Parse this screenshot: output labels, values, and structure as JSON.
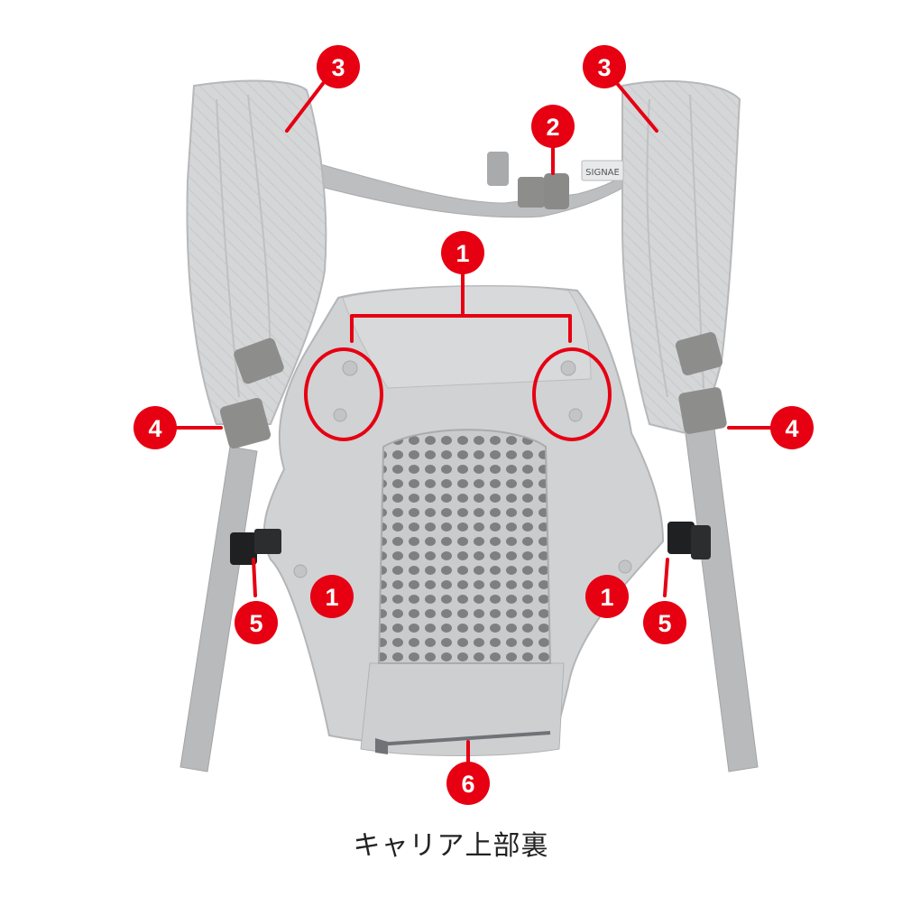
{
  "caption": "キャリア上部裏",
  "callouts": [
    {
      "id": "c1-top",
      "number": "1"
    },
    {
      "id": "c1-left",
      "number": "1"
    },
    {
      "id": "c1-right",
      "number": "1"
    },
    {
      "id": "c2",
      "number": "2"
    },
    {
      "id": "c3-left",
      "number": "3"
    },
    {
      "id": "c3-right",
      "number": "3"
    },
    {
      "id": "c4-left",
      "number": "4"
    },
    {
      "id": "c4-right",
      "number": "4"
    },
    {
      "id": "c5-left",
      "number": "5"
    },
    {
      "id": "c5-right",
      "number": "5"
    },
    {
      "id": "c6",
      "number": "6"
    }
  ],
  "colors": {
    "callout": "#e60012",
    "fabric": "#cfd1d3",
    "webbing": "#b9babb",
    "buckle": "#8a8a88",
    "mesh": "#9c9ea1"
  },
  "label_text": "SIGNAE"
}
